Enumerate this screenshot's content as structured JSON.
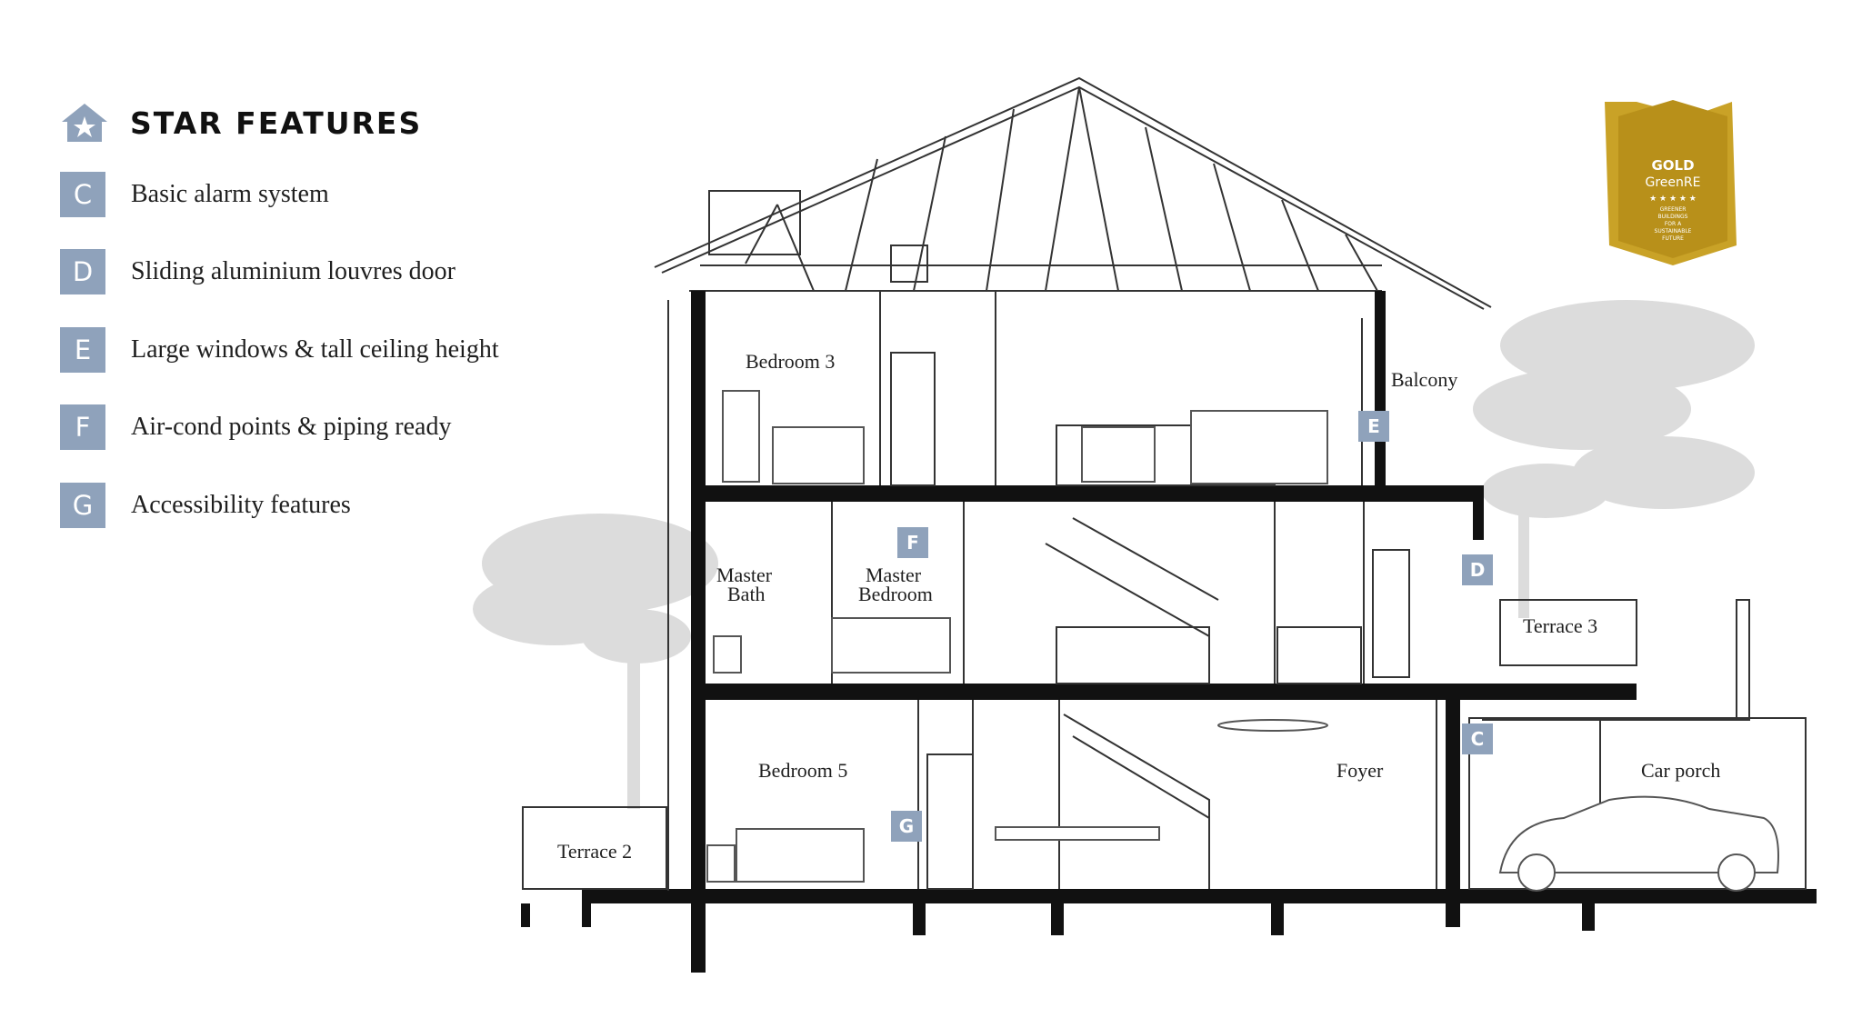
{
  "legend": {
    "title": "STAR FEATURES",
    "items": [
      {
        "code": "C",
        "text": "Basic alarm system"
      },
      {
        "code": "D",
        "text": "Sliding aluminium louvres door"
      },
      {
        "code": "E",
        "text": "Large windows & tall ceiling height"
      },
      {
        "code": "F",
        "text": "Air-cond points & piping ready"
      },
      {
        "code": "G",
        "text": "Accessibility features"
      }
    ]
  },
  "rooms": {
    "bedroom3": "Bedroom 3",
    "balcony": "Balcony",
    "master_bath_1": "Master",
    "master_bath_2": "Bath",
    "master_bedroom_1": "Master",
    "master_bedroom_2": "Bedroom",
    "terrace3": "Terrace 3",
    "bedroom5": "Bedroom 5",
    "foyer": "Foyer",
    "car_porch": "Car porch",
    "terrace2": "Terrace 2"
  },
  "markers": {
    "c": "C",
    "d": "D",
    "e": "E",
    "f": "F",
    "g": "G"
  },
  "badge": {
    "level": "GOLD",
    "brand": "GreenRE",
    "stars": "★ ★ ★ ★ ★",
    "tagline_1": "GREENER",
    "tagline_2": "BUILDINGS",
    "tagline_3": "FOR A",
    "tagline_4": "SUSTAINABLE",
    "tagline_5": "FUTURE"
  },
  "colors": {
    "marker": "#8fa2bb",
    "badge_gold": "#c9a227",
    "tree": "#d9d9d9"
  }
}
